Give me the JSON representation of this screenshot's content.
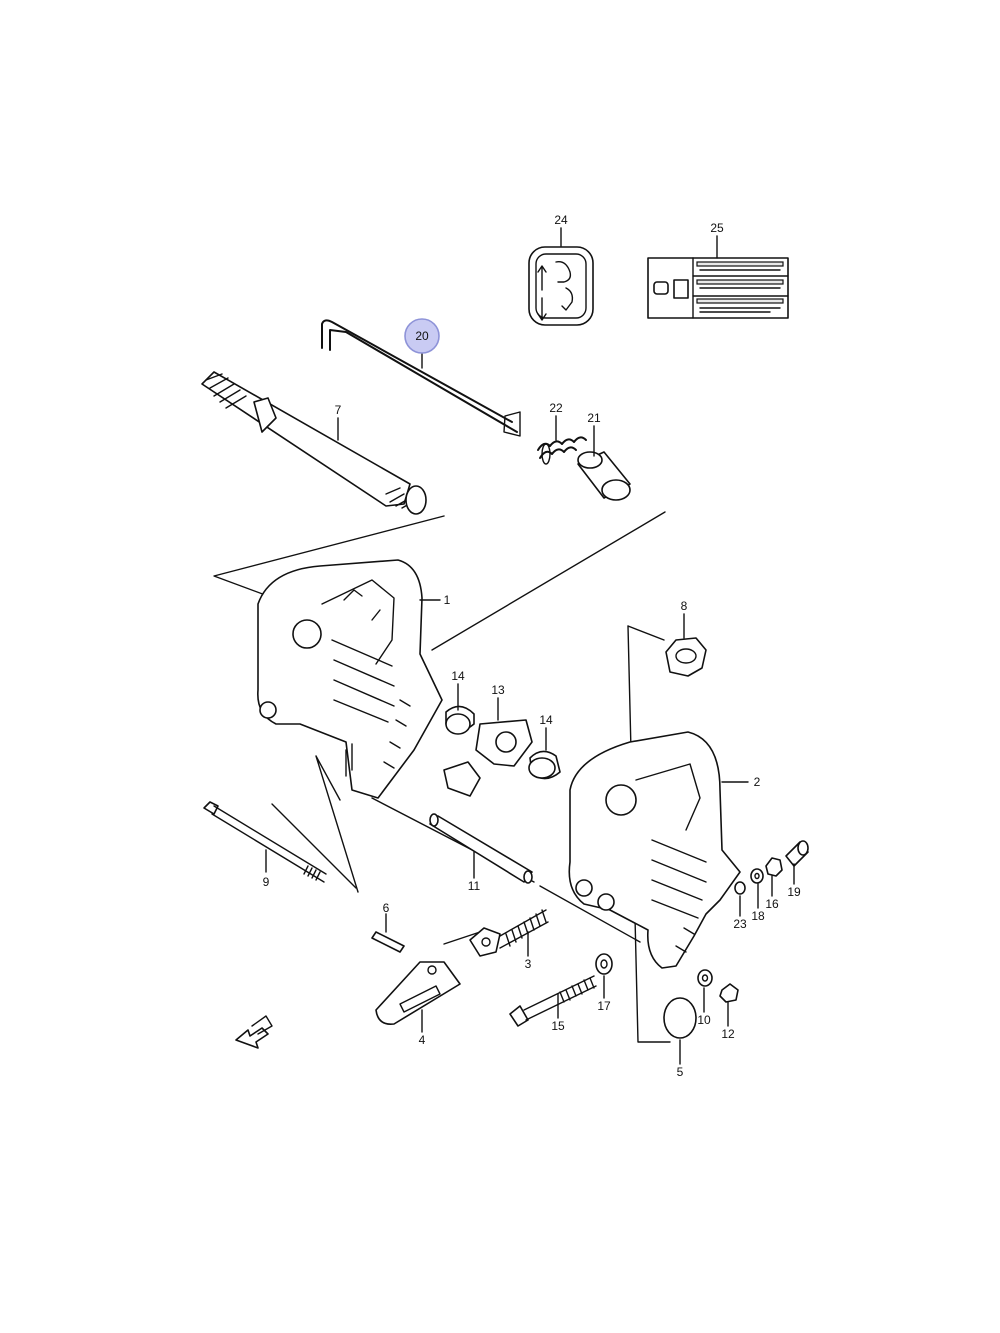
{
  "diagram": {
    "callouts": [
      {
        "key": "p1",
        "label": "1"
      },
      {
        "key": "p2",
        "label": "2"
      },
      {
        "key": "p3",
        "label": "3"
      },
      {
        "key": "p4",
        "label": "4"
      },
      {
        "key": "p5",
        "label": "5"
      },
      {
        "key": "p6",
        "label": "6"
      },
      {
        "key": "p7",
        "label": "7"
      },
      {
        "key": "p8",
        "label": "8"
      },
      {
        "key": "p9",
        "label": "9"
      },
      {
        "key": "p10",
        "label": "10"
      },
      {
        "key": "p11",
        "label": "11"
      },
      {
        "key": "p12",
        "label": "12"
      },
      {
        "key": "p13",
        "label": "13"
      },
      {
        "key": "p14a",
        "label": "14"
      },
      {
        "key": "p14b",
        "label": "14"
      },
      {
        "key": "p15",
        "label": "15"
      },
      {
        "key": "p16",
        "label": "16"
      },
      {
        "key": "p17",
        "label": "17"
      },
      {
        "key": "p18",
        "label": "18"
      },
      {
        "key": "p19",
        "label": "19"
      },
      {
        "key": "p20",
        "label": "20"
      },
      {
        "key": "p21",
        "label": "21"
      },
      {
        "key": "p22",
        "label": "22"
      },
      {
        "key": "p23",
        "label": "23"
      },
      {
        "key": "p24",
        "label": "24"
      },
      {
        "key": "p25",
        "label": "25"
      }
    ],
    "highlighted_callout": "20",
    "highlight_color": "#c9cbf3"
  }
}
